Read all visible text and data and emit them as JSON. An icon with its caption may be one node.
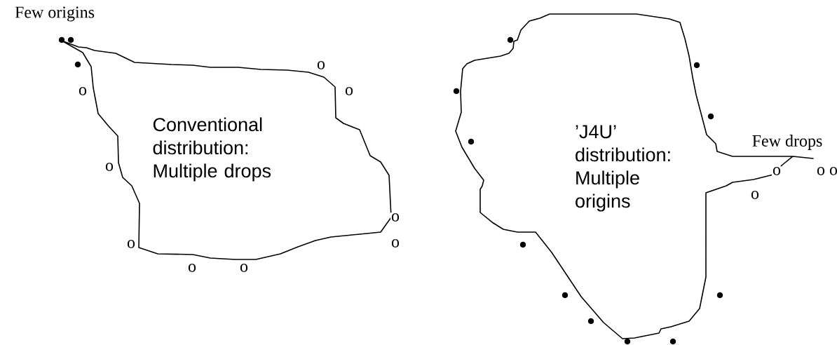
{
  "diagram": {
    "nodes": [
      {
        "text": [
          "Conventional distribution: Multiple drops"
        ]
      },
      {
        "text": [
          "’J4U’ distribution: Multiple origins"
        ]
      }
    ],
    "labels": [
      "Few origins",
      "o",
      "o",
      "o",
      "o",
      "o",
      "o",
      "o",
      "o",
      "o",
      "Few drops",
      "o",
      "o o",
      "o"
    ]
  }
}
